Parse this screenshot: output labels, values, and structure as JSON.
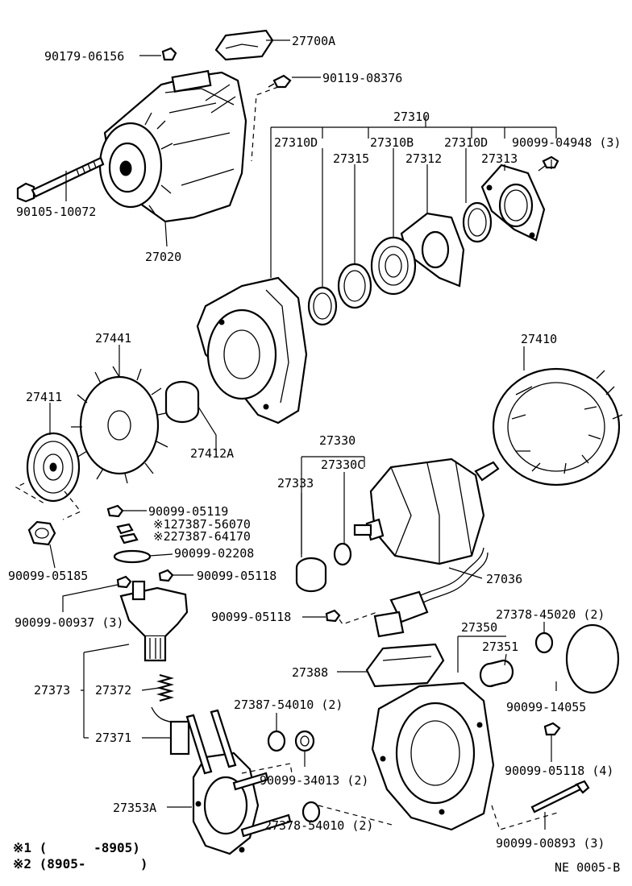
{
  "labels": {
    "p27700A": "27700A",
    "p90179_06156": "90179-06156",
    "p90119_08376": "90119-08376",
    "p27310": "27310",
    "p27310D_a": "27310D",
    "p27310B": "27310B",
    "p27310D_b": "27310D",
    "p90099_04948": "90099-04948 (3)",
    "p27315": "27315",
    "p27312": "27312",
    "p27313": "27313",
    "p90105_10072": "90105-10072",
    "p27020": "27020",
    "p27441": "27441",
    "p27410": "27410",
    "p27411": "27411",
    "p27412A": "27412A",
    "p27330": "27330",
    "p27330C": "27330C",
    "p27333": "27333",
    "p90099_05119": "90099-05119",
    "p27387_56070": "※127387-56070",
    "p27387_64170": "※227387-64170",
    "p90099_02208": "90099-02208",
    "p90099_05185": "90099-05185",
    "p90099_05118_a": "90099-05118",
    "p27036": "27036",
    "p90099_00937": "90099-00937 (3)",
    "p90099_05118_b": "90099-05118",
    "p27378_45020": "27378-45020 (2)",
    "p27350": "27350",
    "p27351": "27351",
    "p27388": "27388",
    "p27373": "27373",
    "p27372": "27372",
    "p90099_14055": "90099-14055",
    "p27387_54010": "27387-54010 (2)",
    "p27371": "27371",
    "p90099_34013": "90099-34013 (2)",
    "p90099_05118_c": "90099-05118 (4)",
    "p27353A": "27353A",
    "p27378_54010": "27378-54010 (2)",
    "p90099_00893": "90099-00893 (3)"
  },
  "footnotes": {
    "note1": "※1 (      -8905)",
    "note2": "※2 (8905-       )"
  },
  "diagram_code": "NE 0005-B"
}
